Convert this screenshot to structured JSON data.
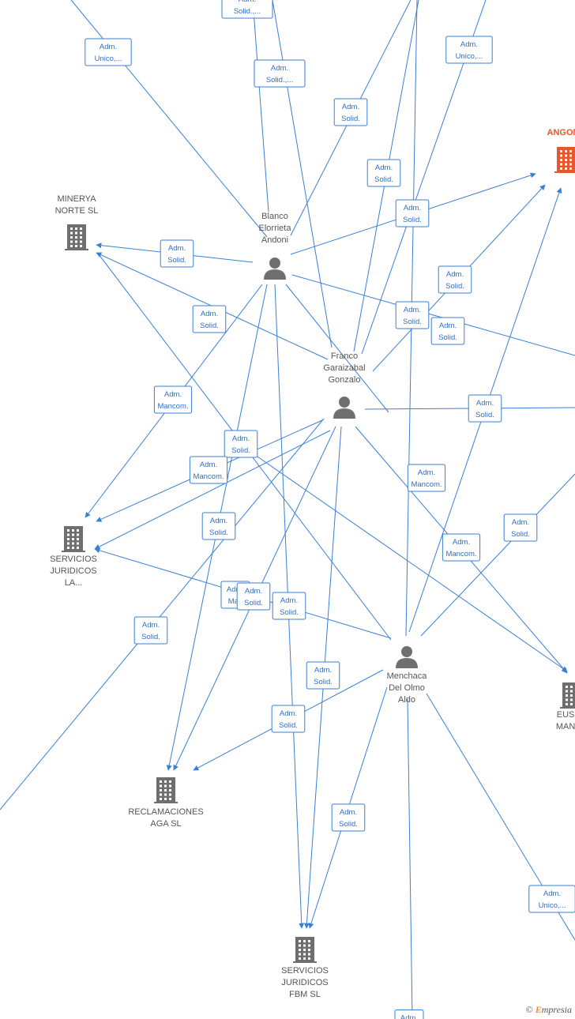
{
  "colors": {
    "edge": "#3a7fd5",
    "node": "#6f6f6f",
    "highlight": "#e8562a",
    "rel_text": "#2f6fc4"
  },
  "nodes": [
    {
      "id": "minerya",
      "type": "company",
      "lines": [
        "MINERYA",
        "NORTE  SL"
      ]
    },
    {
      "id": "angona",
      "type": "company",
      "highlight": true,
      "lines": [
        "ANGONA"
      ]
    },
    {
      "id": "servicios_la",
      "type": "company",
      "lines": [
        "SERVICIOS",
        "JURIDICOS",
        "LA..."
      ]
    },
    {
      "id": "reclamaciones",
      "type": "company",
      "lines": [
        "RECLAMACIONES",
        "AGA  SL"
      ]
    },
    {
      "id": "servicios_fbm",
      "type": "company",
      "lines": [
        "SERVICIOS",
        "JURIDICOS",
        "FBM  SL"
      ]
    },
    {
      "id": "eusko",
      "type": "company",
      "lines": [
        "EUSKO",
        "MANAG"
      ]
    },
    {
      "id": "blanco",
      "type": "person",
      "lines": [
        "Blanco",
        "Elorrieta",
        "Andoni"
      ]
    },
    {
      "id": "franco",
      "type": "person",
      "lines": [
        "Franco",
        "Garaizabal",
        "Gonzalo"
      ]
    },
    {
      "id": "menchaca",
      "type": "person",
      "lines": [
        "Menchaca",
        "Del Olmo",
        "Aldo"
      ]
    }
  ],
  "relations": [
    {
      "lines": [
        "Adm.",
        "Solid.,..."
      ]
    },
    {
      "lines": [
        "Adm.",
        "Unico,..."
      ]
    },
    {
      "lines": [
        "Adm.",
        "Solid.,..."
      ]
    },
    {
      "lines": [
        "Adm.",
        "Unico,..."
      ]
    },
    {
      "lines": [
        "Adm.",
        "Solid."
      ]
    },
    {
      "lines": [
        "Adm.",
        "Solid."
      ]
    },
    {
      "lines": [
        "Adm.",
        "Solid."
      ]
    },
    {
      "lines": [
        "Adm.",
        "Solid."
      ]
    },
    {
      "lines": [
        "Adm.",
        "Solid."
      ]
    },
    {
      "lines": [
        "Adm.",
        "Solid."
      ]
    },
    {
      "lines": [
        "Adm.",
        "Solid."
      ]
    },
    {
      "lines": [
        "Adm.",
        "Solid."
      ]
    },
    {
      "lines": [
        "Adm.",
        "Mancom."
      ]
    },
    {
      "lines": [
        "Adm.",
        "Solid."
      ]
    },
    {
      "lines": [
        "Adm.",
        "Solid."
      ]
    },
    {
      "lines": [
        "Adm.",
        "Mancom."
      ]
    },
    {
      "lines": [
        "Adm.",
        "Mancom."
      ]
    },
    {
      "lines": [
        "Adm.",
        "Solid."
      ]
    },
    {
      "lines": [
        "Adm.",
        "Solid."
      ]
    },
    {
      "lines": [
        "Adm.",
        "Mancom."
      ]
    },
    {
      "lines": [
        "Adm.",
        "Man"
      ]
    },
    {
      "lines": [
        "Adm.",
        "Solid."
      ]
    },
    {
      "lines": [
        "Adm.",
        "Solid."
      ]
    },
    {
      "lines": [
        "Adm.",
        "Solid."
      ]
    },
    {
      "lines": [
        "Adm.",
        "Solid."
      ]
    },
    {
      "lines": [
        "Adm.",
        "Solid."
      ]
    },
    {
      "lines": [
        "Adm.",
        "Solid."
      ]
    },
    {
      "lines": [
        "Adm.",
        "Unico,..."
      ]
    },
    {
      "lines": [
        "Adm."
      ]
    }
  ],
  "footer": {
    "copyright": "©",
    "brand_initial": "E",
    "brand_rest": "mpresia"
  }
}
